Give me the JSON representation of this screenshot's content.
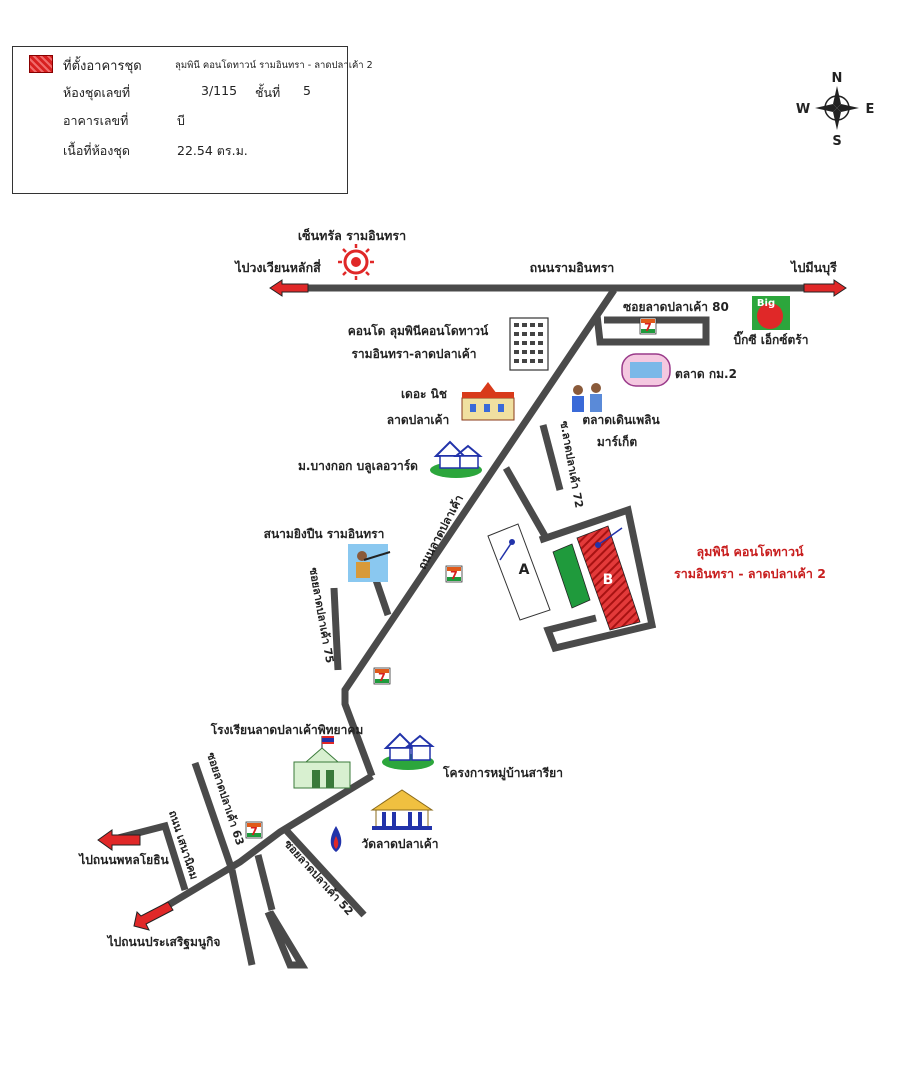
{
  "legend": {
    "building_site_label": "ที่ตั้งอาคารชุด",
    "project_name": "ลุมพินี คอนโดทาวน์ รามอินทรา - ลาดปลาเค้า 2",
    "unit_no_label": "ห้องชุดเลขที่",
    "unit_no_value": "3/115",
    "floor_label": "ชั้นที่",
    "floor_value": "5",
    "building_no_label": "อาคารเลขที่",
    "building_no_value": "บี",
    "area_label": "เนื้อที่ห้องชุด",
    "area_value": "22.54 ตร.ม."
  },
  "compass": {
    "n": "N",
    "s": "S",
    "e": "E",
    "w": "W"
  },
  "labels": {
    "central": "เซ็นทรัล รามอินทรา",
    "to_pwangwian": "ไปวงเวียนหลักสี่",
    "ramintra_rd": "ถนนรามอินทรา",
    "to_minburi": "ไปมีนบุรี",
    "soi80": "ซอยลาดปลาเค้า 80",
    "bigc_logo": "Big",
    "bigc": "บิ๊กซี เอ็กซ์ตร้า",
    "condo_a": "คอนโด ลุมพินีคอนโดทาวน์",
    "condo_b": "รามอินทรา-ลาดปลาเค้า",
    "market_km2": "ตลาด กม.2",
    "niche_a": "เดอะ นิช",
    "niche_b": "ลาดปลาเค้า",
    "walking_a": "ตลาดเดินเพลิน",
    "walking_b": "มาร์เก็ต",
    "soi72": "ซ.ลาดปลาเค้า 72",
    "bangkok_blvd": "ม.บางกอก บลูเลอวาร์ด",
    "ladplakao_rd": "ถนนลาดปลาเค้า",
    "shooting_range": "สนามยิงปืน รามอินทรา",
    "block_a": "A",
    "block_b": "B",
    "project_a": "ลุมพินี คอนโดทาวน์",
    "project_b": "รามอินทรา - ลาดปลาเค้า 2",
    "soi75": "ซอยลาดปลาเค้า 75",
    "school": "โรงเรียนลาดปลาเค้าพิทยาคม",
    "village": "โครงการหมู่บ้านสารียา",
    "soi63": "ซอยลาดปลาเค้า 63",
    "senanikhom": "ถนน เสนานิคม",
    "soi52": "ซอยลาดปลาเค้า 52",
    "temple": "วัดลาดปลาเค้า",
    "to_phahon": "ไปถนนพหลโยธิน",
    "to_prasert": "ไปถนนประเสริฐมนูกิจ",
    "seven_eleven": "7"
  },
  "colors": {
    "road": "#4a4a4a",
    "arrow": "#e02828",
    "building_b": "#d81f1f",
    "green_block": "#1f9a3c",
    "project_text": "#c81e1e"
  }
}
